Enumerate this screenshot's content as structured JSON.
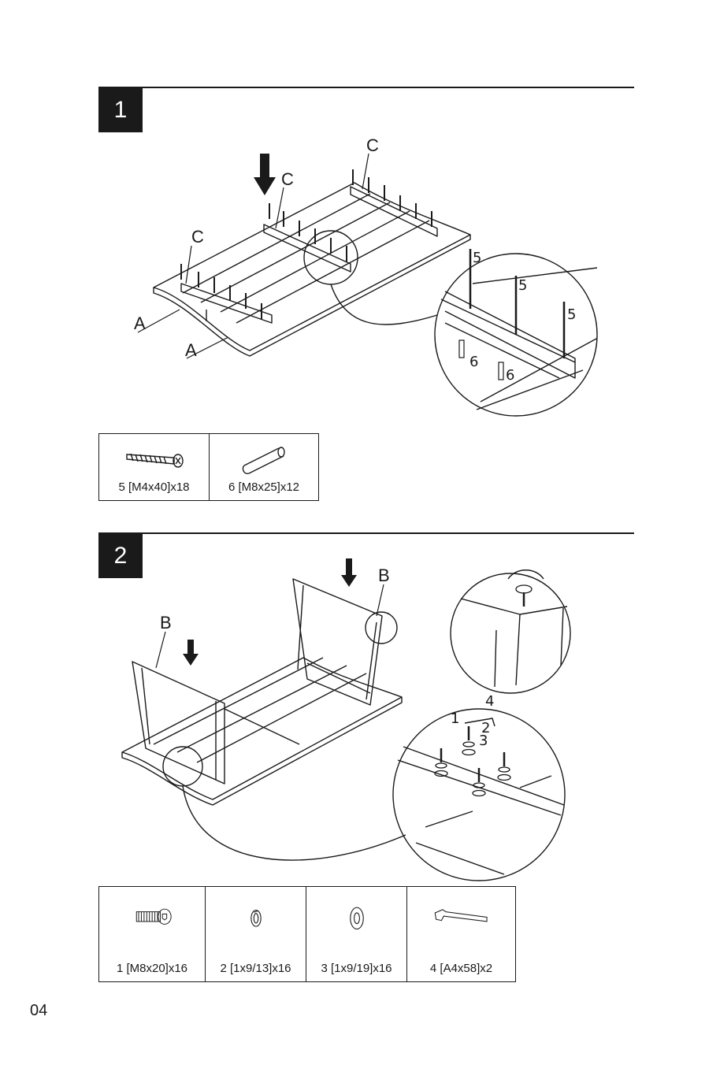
{
  "steps": [
    {
      "number": "1",
      "callouts": {
        "c_top": "C",
        "c_mid": "C",
        "c_left": "C",
        "a_upper": "A",
        "a_lower": "A"
      },
      "detail_callouts": {
        "s1": "5",
        "s2": "5",
        "s3": "5",
        "d1": "6",
        "d2": "6"
      },
      "parts": [
        {
          "label": "5 [M4x40]x18",
          "icon": "wood-screw-icon"
        },
        {
          "label": "6 [M8x25]x12",
          "icon": "dowel-icon"
        }
      ]
    },
    {
      "number": "2",
      "callouts": {
        "b_right": "B",
        "b_left": "B"
      },
      "detail_callouts": {
        "p1": "1",
        "p2": "2",
        "p3": "3",
        "p4": "4"
      },
      "parts": [
        {
          "label": "1 [M8x20]x16",
          "icon": "hex-bolt-icon"
        },
        {
          "label": "2 [1x9/13]x16",
          "icon": "spring-washer-icon"
        },
        {
          "label": "3 [1x9/19]x16",
          "icon": "flat-washer-icon"
        },
        {
          "label": "4 [A4x58]x2",
          "icon": "allen-key-icon"
        }
      ]
    }
  ],
  "page_number": "04"
}
